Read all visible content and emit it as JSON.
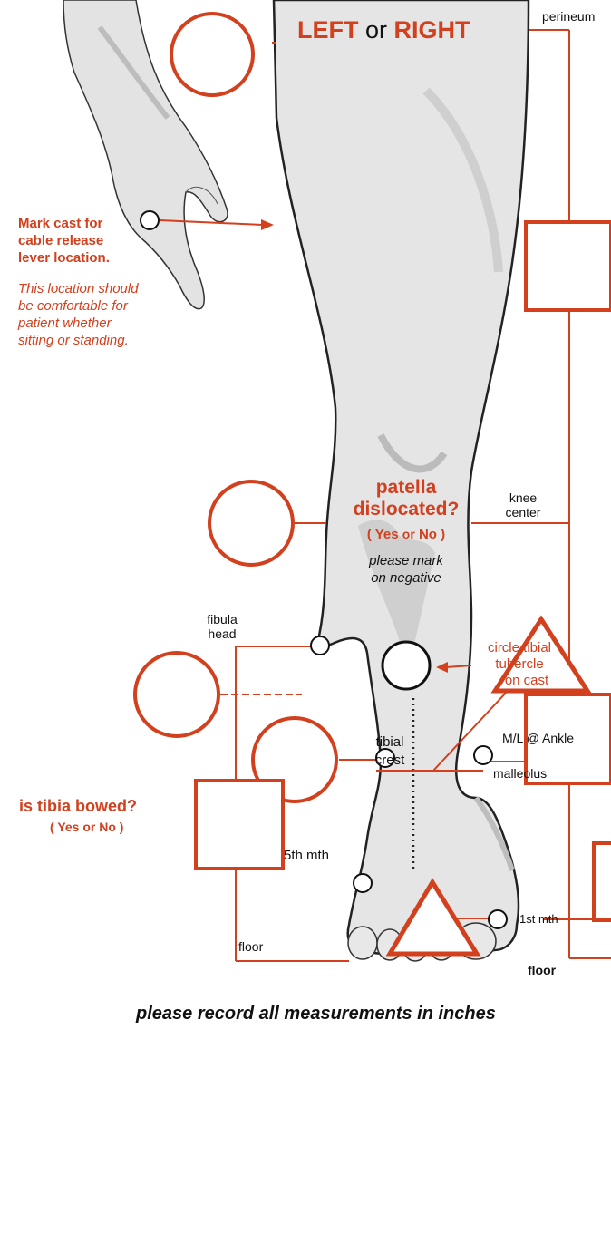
{
  "colors": {
    "accent": "#d2401e",
    "leg_fill": "#e5e5e5",
    "leg_outline": "#222222",
    "background": "#ffffff"
  },
  "title": {
    "left": "LEFT",
    "or": "or",
    "right": "RIGHT"
  },
  "labels": {
    "perineum": "perineum",
    "knee_center_1": "knee",
    "knee_center_2": "center",
    "fibula_head_1": "fibula",
    "fibula_head_2": "head",
    "circle_tibial_1": "circle tibial",
    "circle_tibial_2": "tubercle",
    "circle_tibial_3": "on cast",
    "tibial_crest_1": "tibial",
    "tibial_crest_2": "crest",
    "ml_ankle": "M/L @ Ankle",
    "malleolus": "malleolus",
    "fifth_mth": "5th mth",
    "first_mth": "1st mth",
    "floor_left": "floor",
    "floor_right": "floor"
  },
  "cable_note": {
    "line1": "Mark cast for",
    "line2": "cable release",
    "line3": "lever location.",
    "italic1": "This location should",
    "italic2": "be comfortable for",
    "italic3": "patient whether",
    "italic4": "sitting or standing."
  },
  "patella": {
    "line1": "patella",
    "line2": "dislocated?",
    "yes": "Yes",
    "or": "or",
    "no": "No",
    "note1": "please mark",
    "note2": "on negative"
  },
  "tibia": {
    "question": "is tibia bowed?",
    "yes": "Yes",
    "or": "or",
    "no": "No"
  },
  "footer": "please record all measurements in inches"
}
